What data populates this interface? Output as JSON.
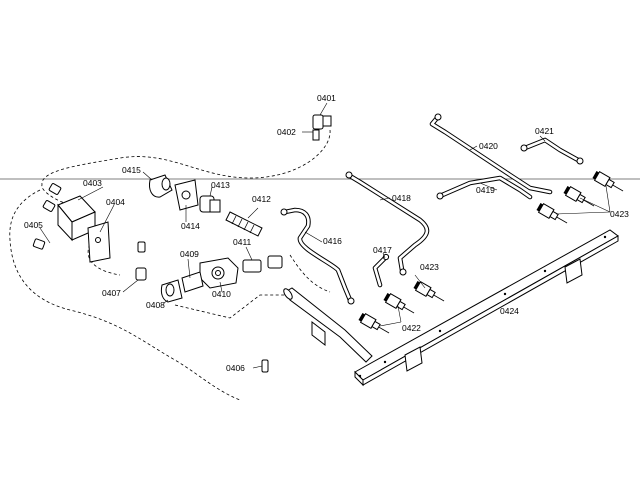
{
  "labels": {
    "p0401": "0401",
    "p0402": "0402",
    "p0403": "0403",
    "p0404": "0404",
    "p0405": "0405",
    "p0406": "0406",
    "p0407": "0407",
    "p0408": "0408",
    "p0409": "0409",
    "p0410": "0410",
    "p0411": "0411",
    "p0412": "0412",
    "p0413": "0413",
    "p0414": "0414",
    "p0415": "0415",
    "p0416": "0416",
    "p0417": "0417",
    "p0418": "0418",
    "p0419": "0419",
    "p0420": "0420",
    "p0421": "0421",
    "p0422": "0422",
    "p0423a": "0423",
    "p0423b": "0423",
    "p0424": "0424"
  },
  "colors": {
    "line": "#000000",
    "background": "#ffffff"
  }
}
